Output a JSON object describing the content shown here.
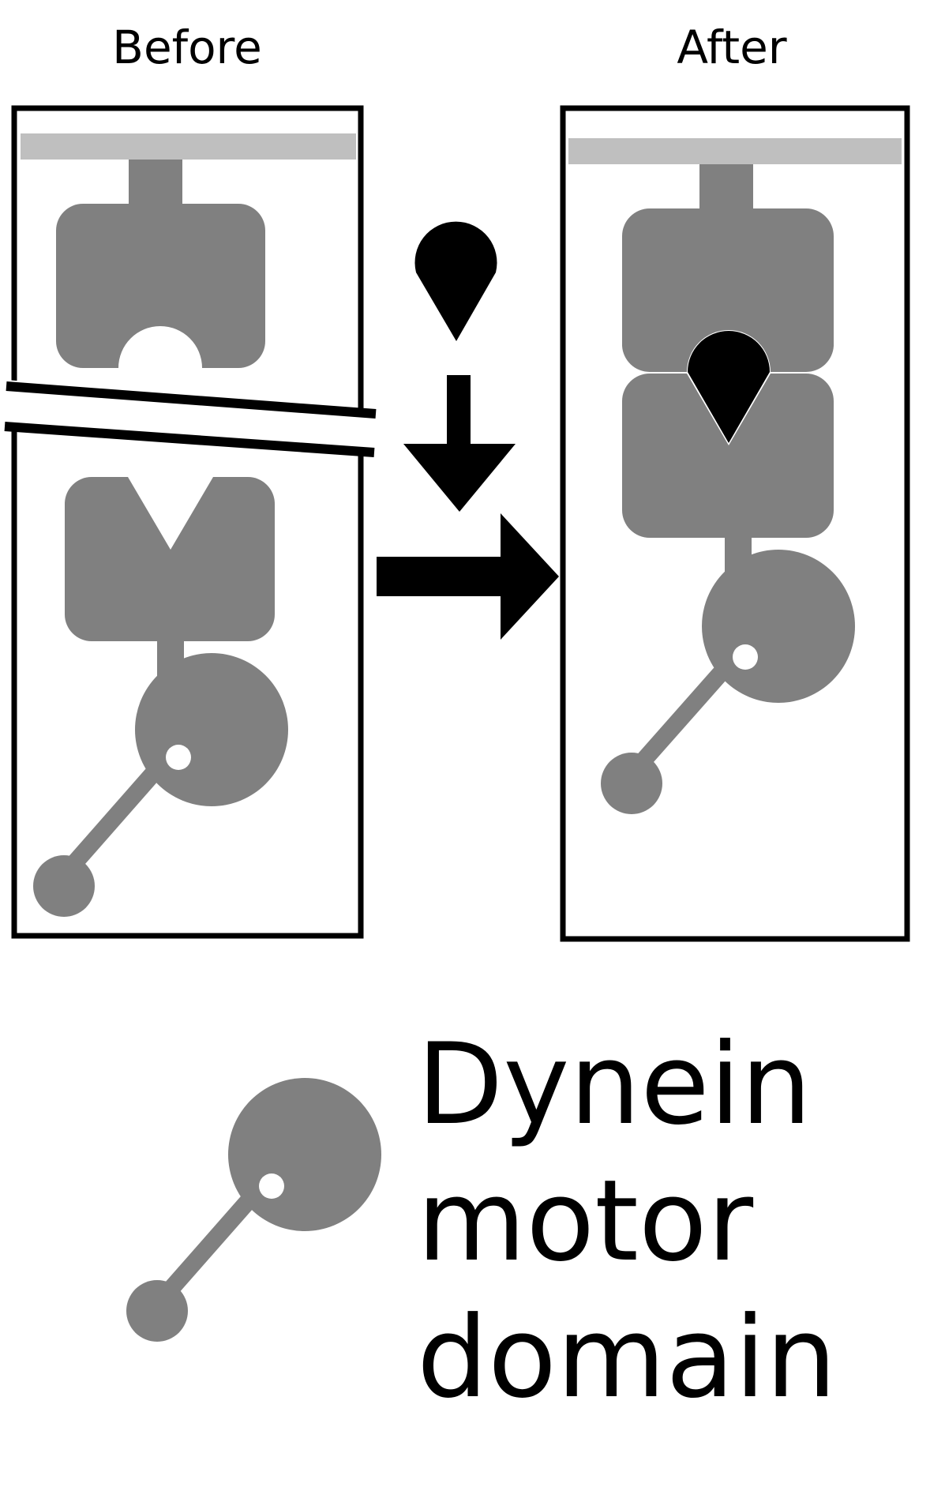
{
  "headings": {
    "before": "Before",
    "after": "After"
  },
  "legend": {
    "line1": "Dynein",
    "line2": "motor",
    "line3": "domain"
  },
  "colors": {
    "protein": "#808080",
    "surface": "#bfbfbf",
    "outline": "#000000",
    "background": "#ffffff"
  }
}
